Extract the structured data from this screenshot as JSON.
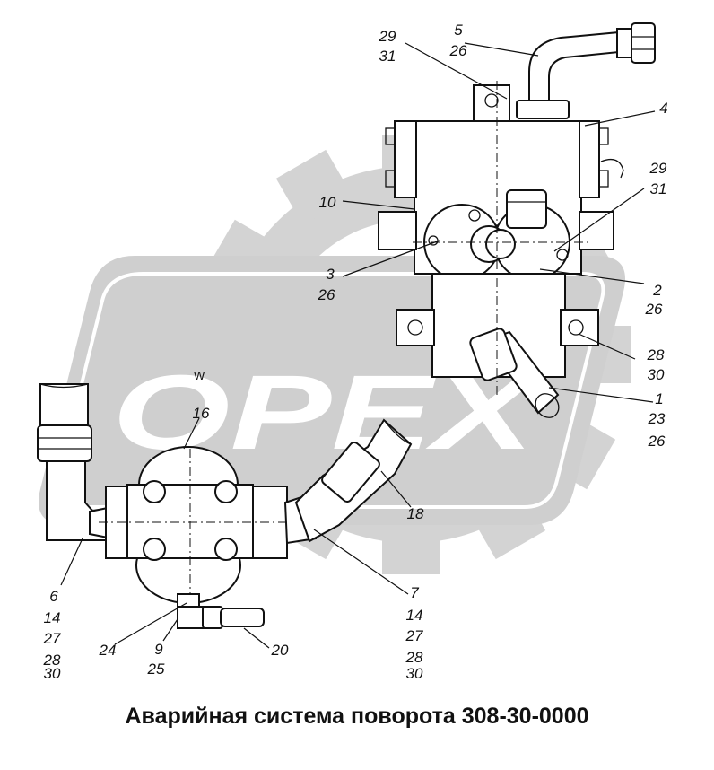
{
  "title": "Аварийная система поворота 308-30-0000",
  "watermark": {
    "text": "OPEX",
    "color": "#cfcfcf",
    "small_mark": "W"
  },
  "colors": {
    "line": "#111111",
    "watermark_gray": "#cfcfcf",
    "background": "#ffffff"
  },
  "callouts": [
    {
      "id": "c-29-31-top",
      "lines": [
        "29",
        "31"
      ]
    },
    {
      "id": "c-5-26",
      "lines": [
        "5",
        "26"
      ]
    },
    {
      "id": "c-4",
      "lines": [
        "4"
      ]
    },
    {
      "id": "c-29-31-right",
      "lines": [
        "29",
        "31"
      ]
    },
    {
      "id": "c-10",
      "lines": [
        "10"
      ]
    },
    {
      "id": "c-3-26",
      "lines": [
        "3",
        "26"
      ]
    },
    {
      "id": "c-2-26",
      "lines": [
        "2",
        "26"
      ]
    },
    {
      "id": "c-28-30",
      "lines": [
        "28",
        "30"
      ]
    },
    {
      "id": "c-1-23-26",
      "lines": [
        "1",
        "23",
        "26"
      ]
    },
    {
      "id": "c-16",
      "lines": [
        "16"
      ]
    },
    {
      "id": "c-18",
      "lines": [
        "18"
      ]
    },
    {
      "id": "c-6",
      "lines": [
        "6",
        "14",
        "27",
        "28",
        "30"
      ]
    },
    {
      "id": "c-7",
      "lines": [
        "7",
        "14",
        "27",
        "28",
        "30"
      ]
    },
    {
      "id": "c-24",
      "lines": [
        "24"
      ]
    },
    {
      "id": "c-9-25",
      "lines": [
        "9",
        "25"
      ]
    },
    {
      "id": "c-20",
      "lines": [
        "20"
      ]
    }
  ]
}
